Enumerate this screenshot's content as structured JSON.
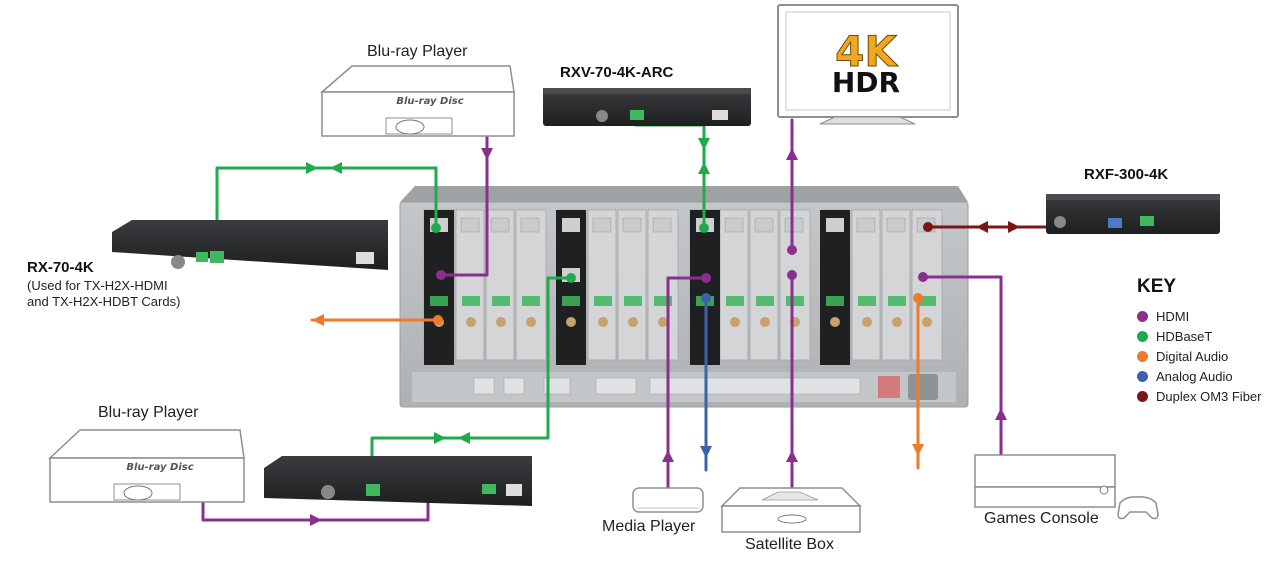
{
  "labels": {
    "bluray_top": "Blu-ray Player",
    "bluray_bottom": "Blu-ray Player",
    "rxv": "RXV-70-4K-ARC",
    "rxf": "RXF-300-4K",
    "rx70": "RX-70-4K",
    "rx70_note_1": "(Used for TX-H2X-HDMI",
    "rx70_note_2": "and TX-H2X-HDBT Cards)",
    "media_player": "Media Player",
    "satellite_box": "Satellite Box",
    "games_console": "Games Console",
    "tv_top": "4K",
    "tv_bottom": "HDR",
    "bluray_logo_1": "Blu-ray Disc",
    "bluray_logo_2": "Blu-ray Disc"
  },
  "key": {
    "title": "KEY",
    "items": [
      {
        "label": "HDMI",
        "color": "#8b2f8f"
      },
      {
        "label": "HDBaseT",
        "color": "#1faa4e"
      },
      {
        "label": "Digital Audio",
        "color": "#ef7a28"
      },
      {
        "label": "Analog Audio",
        "color": "#3b63ad"
      },
      {
        "label": "Duplex OM3 Fiber",
        "color": "#7a1518"
      }
    ]
  },
  "colors": {
    "hdmi": "#8b2f8f",
    "hdbaset": "#1faa4e",
    "digital_audio": "#ef7a28",
    "analog_audio": "#3b63ad",
    "fiber": "#7a1518",
    "chassis": "#b9bcbf",
    "device_dark": "#2a2b2d"
  },
  "icons": [
    "bluray-player-icon",
    "tv-icon",
    "media-player-icon",
    "satellite-box-icon",
    "games-console-icon",
    "game-controller-icon",
    "receiver-icon",
    "matrix-chassis-icon"
  ]
}
